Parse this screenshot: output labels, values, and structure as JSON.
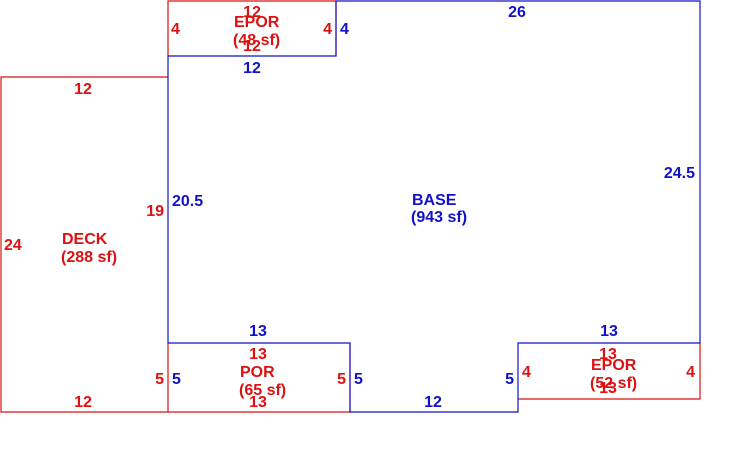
{
  "colors": {
    "addition": "#dd1111",
    "base": "#1111cc",
    "background": "#ffffff"
  },
  "areas": {
    "base": {
      "name": "BASE",
      "size": "(943 sf)"
    },
    "deck": {
      "name": "DECK",
      "size": "(288 sf)"
    },
    "epor_top": {
      "name": "EPOR",
      "size": "(48 sf)"
    },
    "por": {
      "name": "POR",
      "size": "(65 sf)"
    },
    "epor_right": {
      "name": "EPOR",
      "size": "(52 sf)"
    }
  },
  "dimensions": {
    "base_top": "26",
    "base_right": "24.5",
    "base_left": "20.5",
    "base_top_left_inner": "12",
    "base_epor_top_side": "4",
    "base_bottom_left": "13",
    "base_bottom_mid": "12",
    "base_bottom_right": "13",
    "base_por_left": "5",
    "base_por_right": "5",
    "base_epor_right_side": "5",
    "deck_top": "12",
    "deck_bottom": "12",
    "deck_left": "24",
    "deck_right": "19",
    "epor_top_top": "12",
    "epor_top_bottom": "12",
    "epor_top_left": "4",
    "epor_top_right": "4",
    "por_top": "13",
    "por_bottom": "13",
    "por_left": "5",
    "por_right": "5",
    "epor_right_top": "13",
    "epor_right_bottom": "13",
    "epor_right_left": "4",
    "epor_right_right": "4"
  }
}
